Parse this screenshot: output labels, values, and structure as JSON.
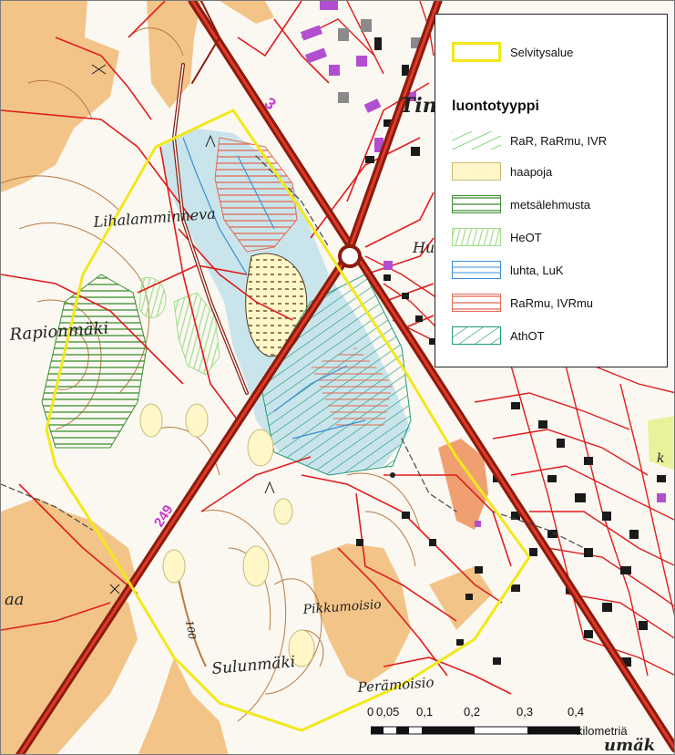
{
  "map": {
    "place_names": {
      "lihalamminneva": "Lihalamminneva",
      "rapionmaki": "Rapionmäki",
      "pikkumoisio": "Pikkumoisio",
      "sulunmaki": "Sulunmäki",
      "peramoisio": "Perämoisio",
      "hu": "Hu",
      "tin": "Tin",
      "aa": "aa",
      "humak": "umäk",
      "k": "k",
      "contour_100": "100"
    },
    "road_numbers": {
      "r3": "3",
      "r249": "249"
    }
  },
  "legend": {
    "study_area": {
      "label": "Selvitysalue",
      "color": "#f2e81a"
    },
    "heading": "luontotyyppi",
    "items": [
      {
        "label": "RaR, RaRmu, IVR",
        "style": "diagonal-green"
      },
      {
        "label": "haapoja",
        "style": "pale-yellow"
      },
      {
        "label": "metsälehmusta",
        "style": "horizontal-green"
      },
      {
        "label": "HeOT",
        "style": "vertical-light-green"
      },
      {
        "label": "luhta, LuK",
        "style": "horizontal-blue"
      },
      {
        "label": "RaRmu, IVRmu",
        "style": "horizontal-red"
      },
      {
        "label": "AthOT",
        "style": "diagonal-teal"
      }
    ]
  },
  "scale": {
    "ticks": [
      "0",
      "0,05",
      "0,1",
      "0,2",
      "0,3",
      "0,4"
    ],
    "unit": "kilometriä"
  },
  "colors": {
    "field": "#f2c488",
    "forest_bg": "#fbf8f2",
    "road": "#8b1c0d",
    "property_line": "#e01c1c",
    "building": "#1a1a1a",
    "purple": "#b24fd0",
    "wetland": "#bfe2ea",
    "contour": "#b87a43"
  }
}
